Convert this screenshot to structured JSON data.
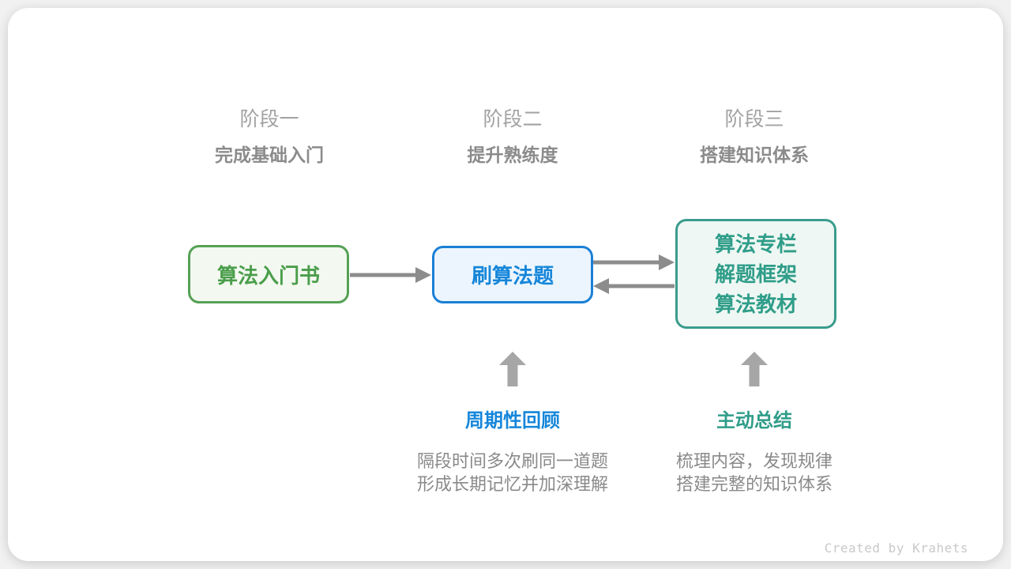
{
  "colors": {
    "green": "#4a9e4b",
    "green_border": "#55a155",
    "green_bg": "#f3f8f0",
    "blue": "#1586da",
    "blue_border": "#1b80d6",
    "blue_bg": "#ecf5fd",
    "teal": "#2f9d89",
    "teal_border": "#3a9c8d",
    "teal_bg": "#eef7f3",
    "connector_gray": "#8c8c8c",
    "block_arrow_gray": "#a6a6a6",
    "stage_label_gray": "#a2a2a2",
    "stage_subtitle_gray": "#8b8b8b",
    "description_gray": "#8a8a8a",
    "credit_gray": "#c9c9c9"
  },
  "stages": [
    {
      "label": "阶段一",
      "subtitle": "完成基础入门"
    },
    {
      "label": "阶段二",
      "subtitle": "提升熟练度"
    },
    {
      "label": "阶段三",
      "subtitle": "搭建知识体系"
    }
  ],
  "nodes": [
    {
      "id": "intro-book",
      "lines": [
        "算法入门书"
      ],
      "color": "green"
    },
    {
      "id": "practice-problems",
      "lines": [
        "刷算法题"
      ],
      "color": "blue"
    },
    {
      "id": "knowledge-resources",
      "lines": [
        "算法专栏",
        "解题框架",
        "算法教材"
      ],
      "color": "teal"
    }
  ],
  "annotations": [
    {
      "title": "周期性回顾",
      "lines": [
        "隔段时间多次刷同一道题",
        "形成长期记忆并加深理解"
      ],
      "color": "blue"
    },
    {
      "title": "主动总结",
      "lines": [
        "梳理内容，发现规律",
        "搭建完整的知识体系"
      ],
      "color": "teal"
    }
  ],
  "icons": {
    "arrow_right": "→",
    "arrow_left": "←",
    "block_arrow_up": "⬆"
  },
  "footer": {
    "credit": "Created by Krahets"
  }
}
